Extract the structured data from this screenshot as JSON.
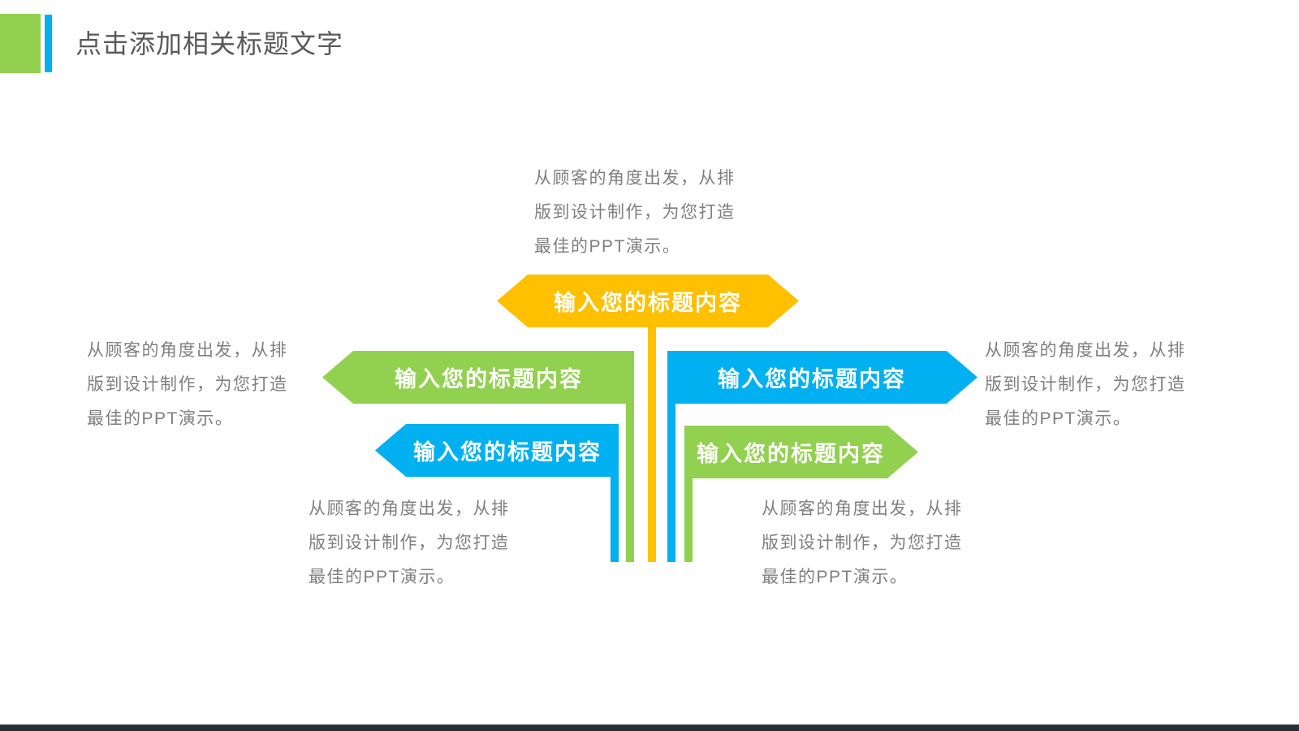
{
  "slide": {
    "title": "点击添加相关标题文字"
  },
  "banner_label": "输入您的标题内容",
  "description_lines": [
    "从顾客的角度出发，从排",
    "版到设计制作，为您打造",
    "最佳的PPT演示。"
  ],
  "icons": {
    "title_accent_square": "green-square-accent",
    "title_accent_bar": "blue-bar-accent"
  },
  "colors": {
    "green": "#92D050",
    "blue": "#00B0F0",
    "yellow": "#FFC000",
    "title_gray": "#595959",
    "body_gray": "#7F7F7F",
    "footer_dark": "#2A2F37"
  }
}
